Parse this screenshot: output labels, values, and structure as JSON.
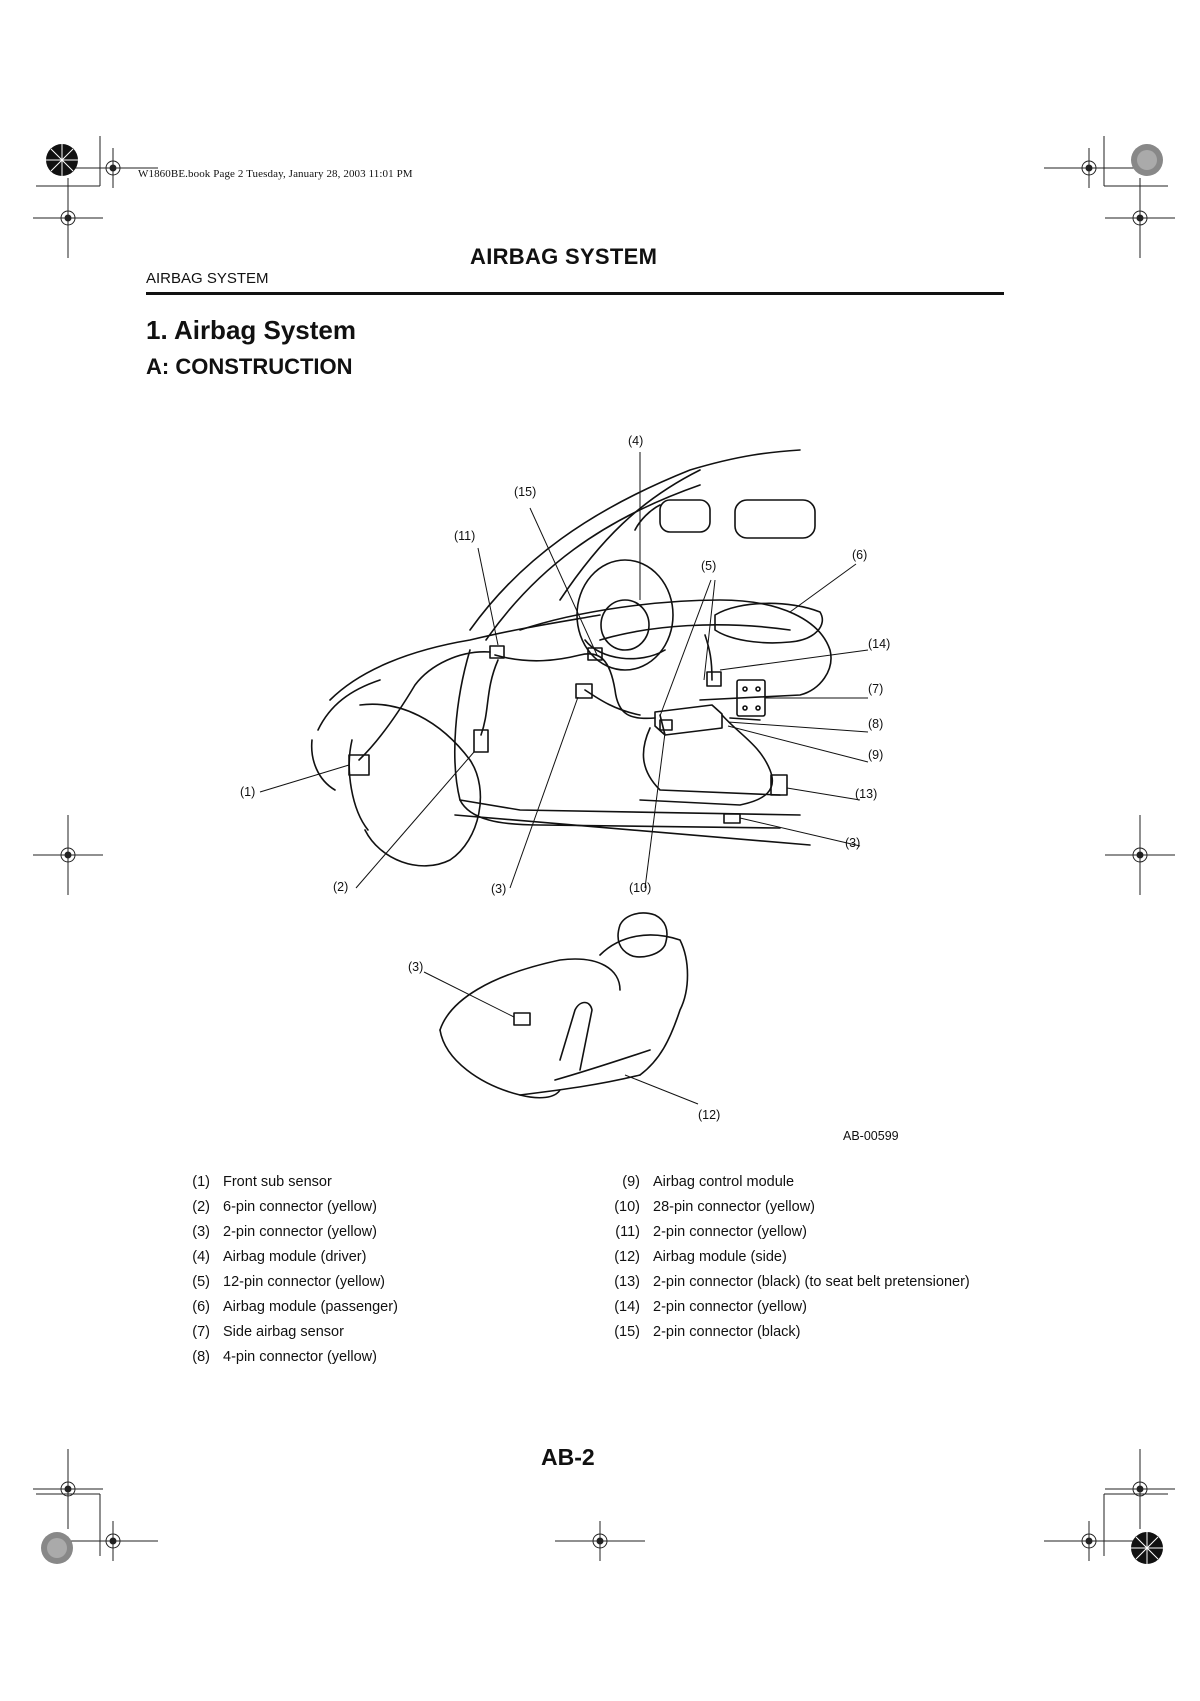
{
  "slug": "W1860BE.book  Page 2  Tuesday, January 28, 2003  11:01 PM",
  "chapter_title": "AIRBAG SYSTEM",
  "section_header": "AIRBAG SYSTEM",
  "heading_1": "1. Airbag System",
  "heading_2": "A: CONSTRUCTION",
  "figure": {
    "id": "AB-00599",
    "callouts": [
      "(4)",
      "(15)",
      "(11)",
      "(5)",
      "(6)",
      "(14)",
      "(7)",
      "(8)",
      "(9)",
      "(1)",
      "(13)",
      "(3)",
      "(2)",
      "(3)",
      "(10)",
      "(3)",
      "(12)"
    ]
  },
  "legend": [
    {
      "num": "(1)",
      "text": "Front sub sensor"
    },
    {
      "num": "(2)",
      "text": "6-pin connector (yellow)"
    },
    {
      "num": "(3)",
      "text": "2-pin connector (yellow)"
    },
    {
      "num": "(4)",
      "text": "Airbag module (driver)"
    },
    {
      "num": "(5)",
      "text": "12-pin connector (yellow)"
    },
    {
      "num": "(6)",
      "text": "Airbag module (passenger)"
    },
    {
      "num": "(7)",
      "text": "Side airbag sensor"
    },
    {
      "num": "(8)",
      "text": "4-pin connector (yellow)"
    },
    {
      "num": "(9)",
      "text": "Airbag control module"
    },
    {
      "num": "(10)",
      "text": "28-pin connector (yellow)"
    },
    {
      "num": "(11)",
      "text": "2-pin connector (yellow)"
    },
    {
      "num": "(12)",
      "text": "Airbag module (side)"
    },
    {
      "num": "(13)",
      "text": "2-pin connector (black) (to seat belt pretensioner)"
    },
    {
      "num": "(14)",
      "text": "2-pin connector (yellow)"
    },
    {
      "num": "(15)",
      "text": "2-pin connector (black)"
    }
  ],
  "page_number": "AB-2"
}
